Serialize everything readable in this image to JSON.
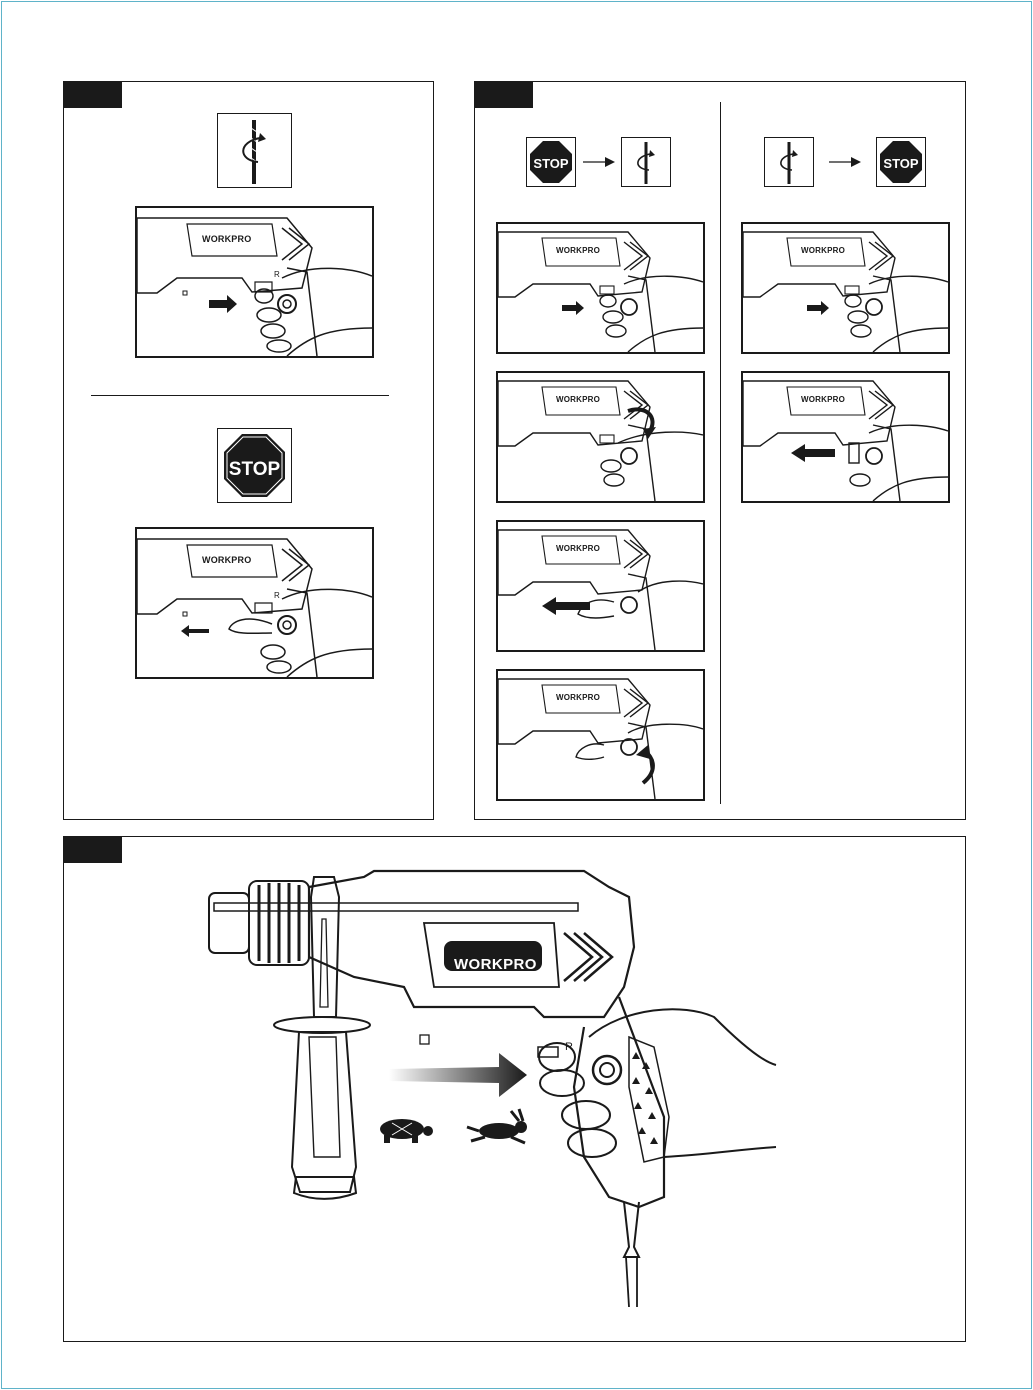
{
  "brand": "WORKPRO",
  "switch_letter": "R",
  "stop_sign_text": "STOP",
  "colors": {
    "ink": "#1a1a1a",
    "frame": "#5fb3c9"
  },
  "icons": {
    "rotation": "drill-bit-rotation-icon",
    "stop": "stop-sign-icon",
    "slow": "turtle-icon",
    "fast": "rabbit-icon",
    "arrow": "arrow-icon"
  }
}
